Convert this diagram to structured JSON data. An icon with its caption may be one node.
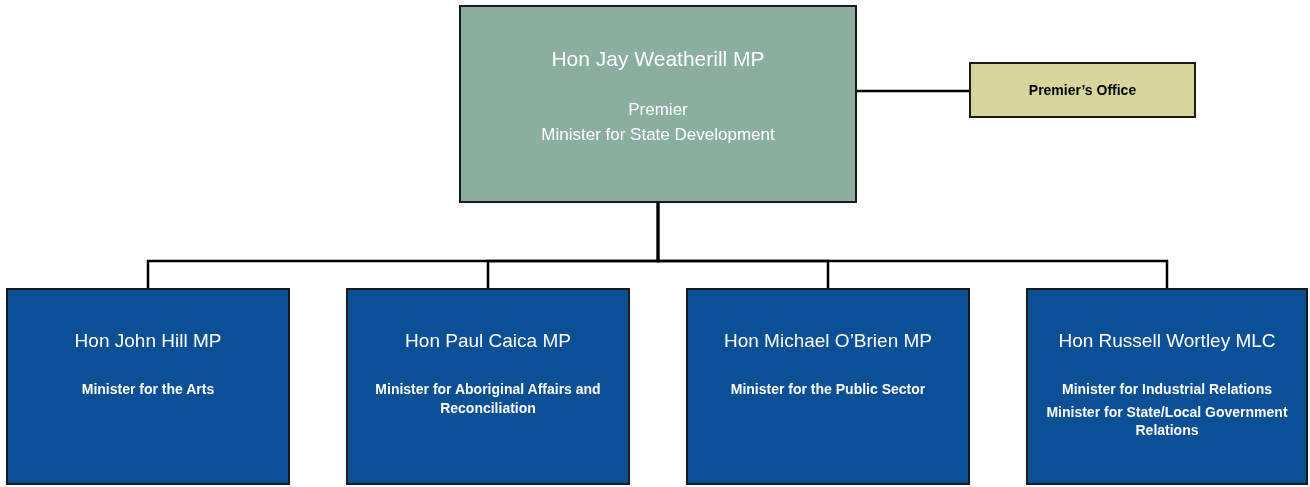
{
  "diagram": {
    "nodes": [
      {
        "text": [
          "Hon Jay Weatherill MP",
          "Premier",
          "Minister for State Development"
        ]
      },
      {
        "text": [
          "Premier’s Office"
        ]
      },
      {
        "text": [
          "Hon John Hill MP",
          "Minister for the Arts"
        ]
      },
      {
        "text": [
          "Hon Paul Caica MP",
          "Minister for Aboriginal Affairs and Reconciliation"
        ]
      },
      {
        "text": [
          "Hon Michael O’Brien MP",
          "Minister for the Public Sector"
        ]
      },
      {
        "text": [
          "Hon Russell Wortley MLC",
          "Minister for Industrial Relations",
          "Minister for State/Local Government Relations"
        ]
      }
    ],
    "edges": [
      {
        "from": 0,
        "to": 1,
        "arrow": "none"
      },
      {
        "from": 0,
        "to": 2,
        "arrow": "none"
      },
      {
        "from": 0,
        "to": 3,
        "arrow": "none"
      },
      {
        "from": 0,
        "to": 4,
        "arrow": "none"
      },
      {
        "from": 0,
        "to": 5,
        "arrow": "none"
      }
    ]
  }
}
